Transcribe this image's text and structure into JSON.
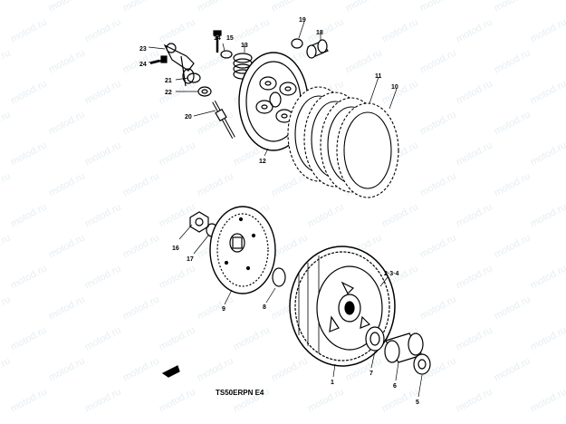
{
  "watermark": {
    "text": "motod.ru"
  },
  "caption": "TS50ERPN E4",
  "callouts": {
    "c1": "1",
    "c234": "2·3·4",
    "c5": "5",
    "c6": "6",
    "c7": "7",
    "c8": "8",
    "c9": "9",
    "c10": "10",
    "c11": "11",
    "c12": "12",
    "c13": "13",
    "c14": "14",
    "c15": "15",
    "c16": "16",
    "c17": "17",
    "c18": "18",
    "c19": "19",
    "c20": "20",
    "c21": "21",
    "c22": "22",
    "c23": "23",
    "c24": "24"
  }
}
